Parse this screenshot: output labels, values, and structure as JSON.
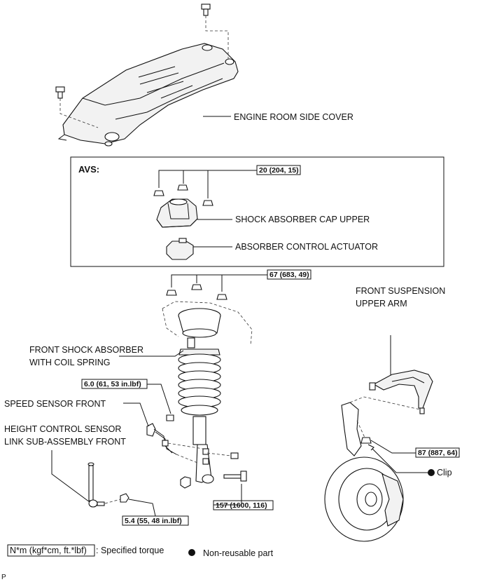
{
  "diagram": {
    "avs_title": "AVS:",
    "parts": {
      "engine_room_side_cover": "ENGINE ROOM SIDE COVER",
      "shock_absorber_cap_upper": "SHOCK ABSORBER CAP UPPER",
      "absorber_control_actuator": "ABSORBER CONTROL ACTUATOR",
      "front_suspension_upper_arm_1": "FRONT SUSPENSION",
      "front_suspension_upper_arm_2": "UPPER ARM",
      "front_shock_absorber_1": "FRONT SHOCK ABSORBER",
      "front_shock_absorber_2": "WITH COIL SPRING",
      "speed_sensor_front": "SPEED SENSOR FRONT",
      "height_control_sensor_1": "HEIGHT CONTROL SENSOR",
      "height_control_sensor_2": "LINK SUB-ASSEMBLY FRONT",
      "clip": "Clip"
    },
    "torques": {
      "avs_cap_nuts": "20 (204, 15)",
      "upper_support_nuts": "67 (683, 49)",
      "speed_sensor_bolt": "6.0 (61, 53 in.lbf)",
      "upper_arm_nut": "87 (887, 64)",
      "lower_bolt": "157 (1600, 116)",
      "link_nut": "5.4 (55, 48 in.lbf)"
    },
    "legend": {
      "torque_unit": "N*m (kgf*cm, ft.*lbf)",
      "torque_desc": ": Specified torque",
      "non_reusable": "Non-reusable part"
    },
    "footer_code": "P"
  }
}
